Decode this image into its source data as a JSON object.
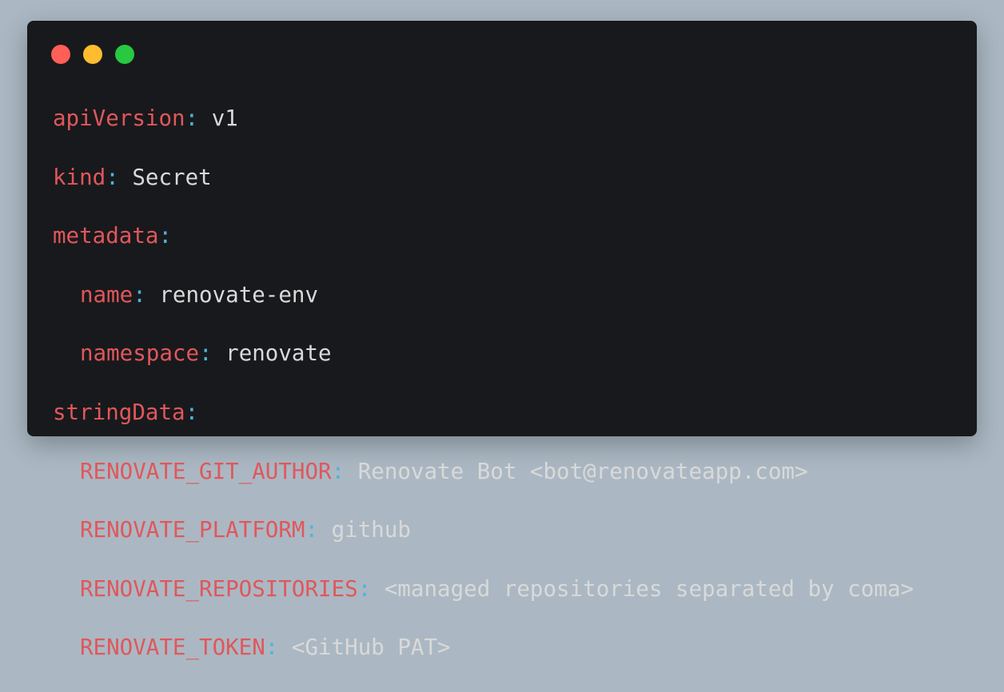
{
  "window": {
    "buttons": {
      "close_color": "#ff5f57",
      "minimize_color": "#febc2e",
      "maximize_color": "#28c840"
    }
  },
  "colors": {
    "background": "#abb8c3",
    "window": "#18191c",
    "key": "#e0575b",
    "separator": "#4fb3d9",
    "value": "#d9d9d9"
  },
  "code": {
    "lines": [
      {
        "indent": false,
        "key": "apiVersion",
        "sep": ":",
        "value": "v1"
      },
      {
        "indent": false,
        "key": "kind",
        "sep": ":",
        "value": "Secret"
      },
      {
        "indent": false,
        "key": "metadata",
        "sep": ":",
        "value": ""
      },
      {
        "indent": true,
        "key": "name",
        "sep": ":",
        "value": "renovate-env"
      },
      {
        "indent": true,
        "key": "namespace",
        "sep": ":",
        "value": "renovate"
      },
      {
        "indent": false,
        "key": "stringData",
        "sep": ":",
        "value": ""
      },
      {
        "indent": true,
        "key": "RENOVATE_GIT_AUTHOR",
        "sep": ":",
        "value": "Renovate Bot <bot@renovateapp.com>"
      },
      {
        "indent": true,
        "key": "RENOVATE_PLATFORM",
        "sep": ":",
        "value": "github"
      },
      {
        "indent": true,
        "key": "RENOVATE_REPOSITORIES",
        "sep": ":",
        "value": "<managed repositories separated by coma>"
      },
      {
        "indent": true,
        "key": "RENOVATE_TOKEN",
        "sep": ":",
        "value": "<GitHub PAT>"
      }
    ]
  }
}
